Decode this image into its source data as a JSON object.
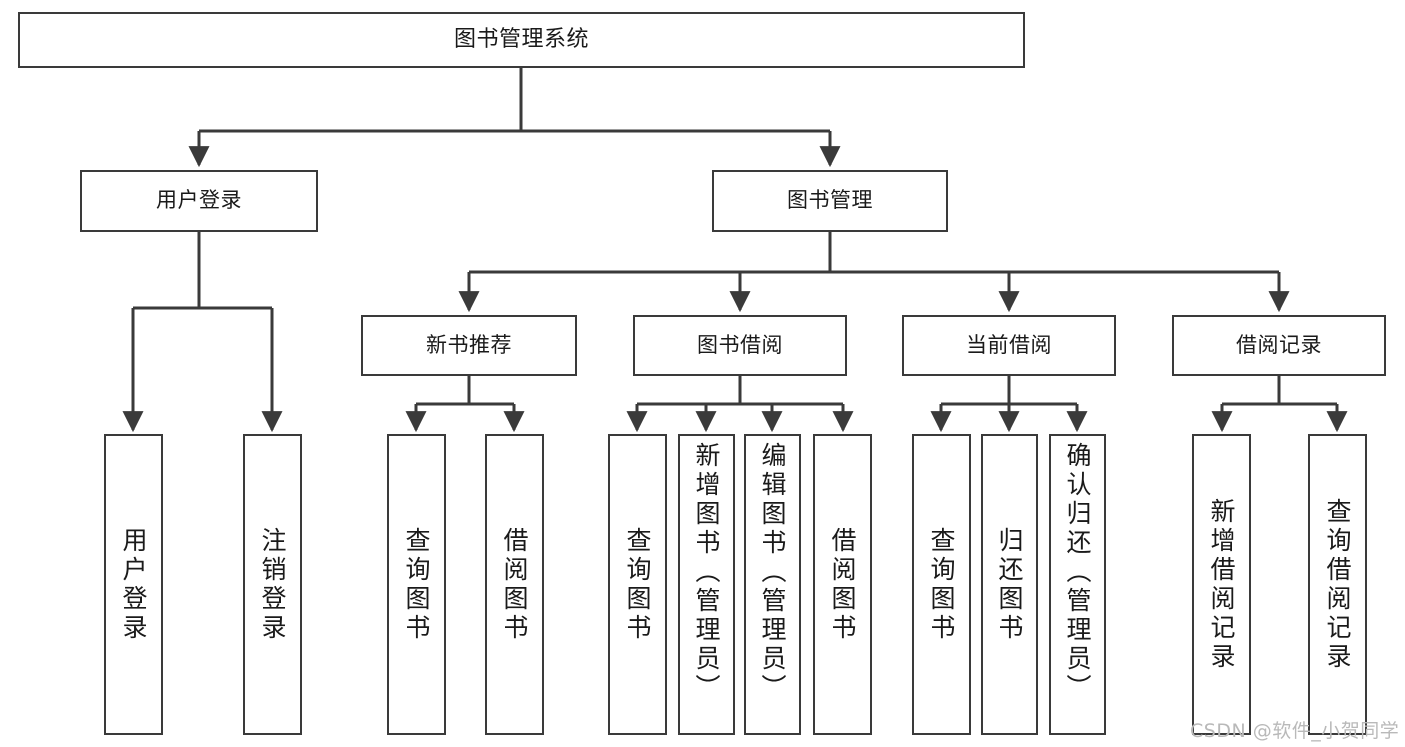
{
  "diagram": {
    "type": "tree",
    "title": "图书管理系统",
    "orientation": "top-down",
    "edge_color": "#3a3a3a",
    "box_border_color": "#3a3a3a",
    "box_fill_color": "#ffffff",
    "text_color": "#1a1a1a"
  },
  "root": {
    "label": "图书管理系统"
  },
  "level1": [
    {
      "label": "用户登录"
    },
    {
      "label": "图书管理"
    }
  ],
  "level2": [
    {
      "label": "新书推荐"
    },
    {
      "label": "图书借阅"
    },
    {
      "label": "当前借阅"
    },
    {
      "label": "借阅记录"
    }
  ],
  "leaves": {
    "user_login": [
      {
        "label": "用户登录"
      },
      {
        "label": "注销登录"
      }
    ],
    "new_book_recommend": [
      {
        "label": "查询图书"
      },
      {
        "label": "借阅图书"
      }
    ],
    "book_borrow": [
      {
        "label": "查询图书"
      },
      {
        "label": "新增图书（管理员）"
      },
      {
        "label": "编辑图书（管理员）"
      },
      {
        "label": "借阅图书"
      }
    ],
    "current_borrow": [
      {
        "label": "查询图书"
      },
      {
        "label": "归还图书"
      },
      {
        "label": "确认归还（管理员）"
      }
    ],
    "borrow_record": [
      {
        "label": "新增借阅记录"
      },
      {
        "label": "查询借阅记录"
      }
    ]
  },
  "watermark": {
    "text": "CSDN @软件_小贺同学",
    "color": "#b9b9b9"
  }
}
